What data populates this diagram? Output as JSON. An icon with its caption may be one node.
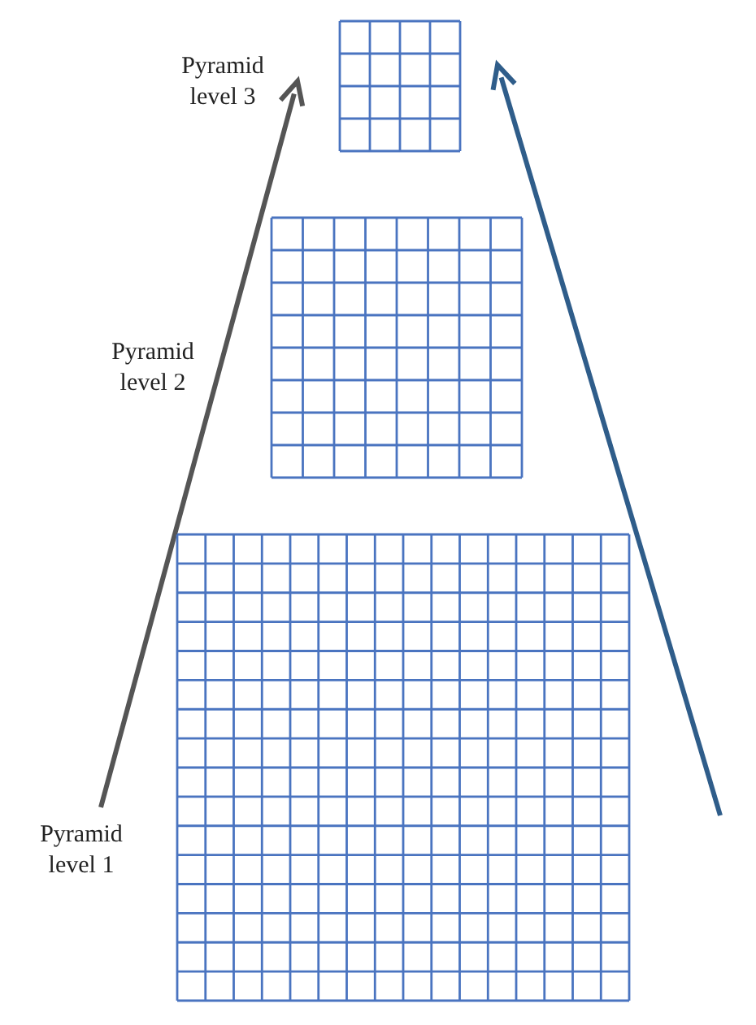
{
  "diagram": {
    "nodes": [
      {
        "text": [],
        "shape": "grid",
        "beside": [
          "Pyramid level 3"
        ]
      },
      {
        "text": [],
        "shape": "grid",
        "beside": [
          "Pyramid level 2"
        ]
      },
      {
        "text": [],
        "shape": "grid",
        "beside": [
          "Pyramid level 1"
        ]
      }
    ],
    "edges": []
  }
}
